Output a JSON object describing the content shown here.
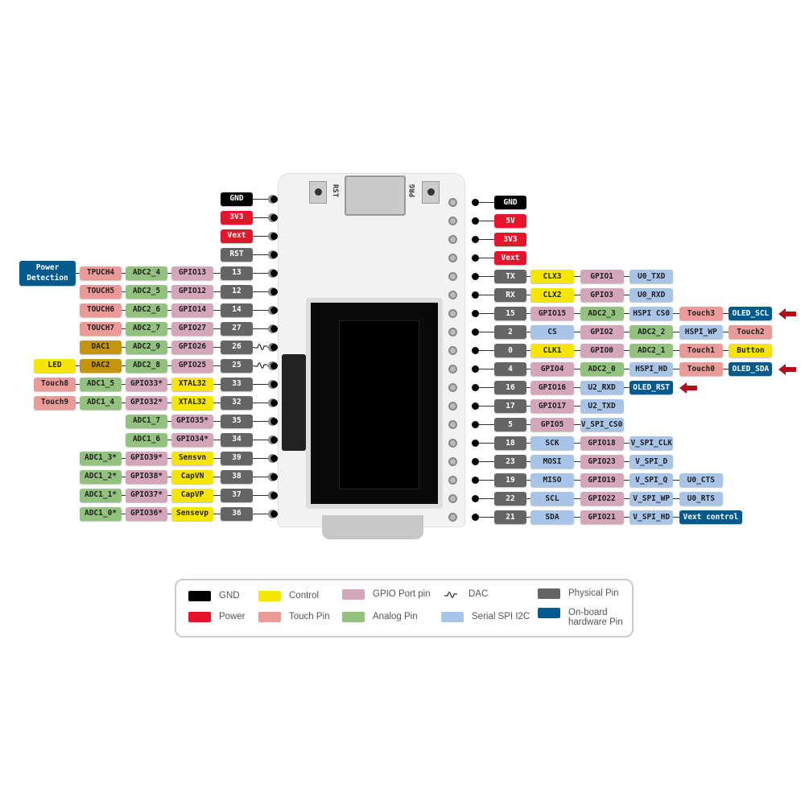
{
  "colors": {
    "gnd": "#000000",
    "power": "#e3162b",
    "phys": "#656565",
    "gpio": "#d4a6ba",
    "touch": "#ea9b97",
    "adc": "#92c27e",
    "control": "#f6e500",
    "dac": "#c4950a",
    "spi": "#a8c4e6",
    "hw": "#005a8c",
    "arrow": "#b0101c"
  },
  "board": {
    "rst_label": "RST",
    "prg_label": "PRG"
  },
  "left_rows": [
    {
      "cells": [
        {
          "t": "GND",
          "k": "gnd"
        }
      ]
    },
    {
      "cells": [
        {
          "t": "3V3",
          "k": "power"
        }
      ]
    },
    {
      "cells": [
        {
          "t": "Vext",
          "k": "power"
        }
      ]
    },
    {
      "cells": [
        {
          "t": "RST",
          "k": "phys"
        }
      ]
    },
    {
      "cells": [
        {
          "t": "Power Detection",
          "k": "hw"
        },
        {
          "t": "TPUCH4",
          "k": "touch"
        },
        {
          "t": "ADC2_4",
          "k": "adc"
        },
        {
          "t": "GPIO13",
          "k": "gpio"
        },
        {
          "t": "13",
          "k": "phys"
        }
      ]
    },
    {
      "cells": [
        {
          "t": "TOUCH5",
          "k": "touch"
        },
        {
          "t": "ADC2_5",
          "k": "adc"
        },
        {
          "t": "GPIO12",
          "k": "gpio"
        },
        {
          "t": "12",
          "k": "phys"
        }
      ]
    },
    {
      "cells": [
        {
          "t": "TOUCH6",
          "k": "touch"
        },
        {
          "t": "ADC2_6",
          "k": "adc"
        },
        {
          "t": "GPIO14",
          "k": "gpio"
        },
        {
          "t": "14",
          "k": "phys"
        }
      ]
    },
    {
      "cells": [
        {
          "t": "TOUCH7",
          "k": "touch"
        },
        {
          "t": "ADC2_7",
          "k": "adc"
        },
        {
          "t": "GPIO27",
          "k": "gpio"
        },
        {
          "t": "27",
          "k": "phys"
        }
      ]
    },
    {
      "dac": true,
      "cells": [
        {
          "t": "DAC1",
          "k": "dac"
        },
        {
          "t": "ADC2_9",
          "k": "adc"
        },
        {
          "t": "GPIO26",
          "k": "gpio"
        },
        {
          "t": "26",
          "k": "phys"
        }
      ]
    },
    {
      "dac": true,
      "cells": [
        {
          "t": "LED",
          "k": "control"
        },
        {
          "t": "DAC2",
          "k": "dac"
        },
        {
          "t": "ADC2_8",
          "k": "adc"
        },
        {
          "t": "GPIO25",
          "k": "gpio"
        },
        {
          "t": "25",
          "k": "phys"
        }
      ]
    },
    {
      "cells": [
        {
          "t": "Touch8",
          "k": "touch"
        },
        {
          "t": "ADC1_5",
          "k": "adc"
        },
        {
          "t": "GPIO33*",
          "k": "gpio"
        },
        {
          "t": "XTAL32",
          "k": "control"
        },
        {
          "t": "33",
          "k": "phys"
        }
      ]
    },
    {
      "cells": [
        {
          "t": "Touch9",
          "k": "touch"
        },
        {
          "t": "ADC1_4",
          "k": "adc"
        },
        {
          "t": "GPIO32*",
          "k": "gpio"
        },
        {
          "t": "XTAL32",
          "k": "control"
        },
        {
          "t": "32",
          "k": "phys"
        }
      ]
    },
    {
      "cells": [
        {
          "t": "ADC1_7",
          "k": "adc"
        },
        {
          "t": "GPIO35*",
          "k": "gpio"
        },
        {
          "t": "35",
          "k": "phys"
        }
      ]
    },
    {
      "cells": [
        {
          "t": "ADC1_6",
          "k": "adc"
        },
        {
          "t": "GPIO34*",
          "k": "gpio"
        },
        {
          "t": "34",
          "k": "phys"
        }
      ]
    },
    {
      "cells": [
        {
          "t": "ADC1_3*",
          "k": "adc"
        },
        {
          "t": "GPIO39*",
          "k": "gpio"
        },
        {
          "t": "Sensvn",
          "k": "control"
        },
        {
          "t": "39",
          "k": "phys"
        }
      ]
    },
    {
      "cells": [
        {
          "t": "ADC1_2*",
          "k": "adc"
        },
        {
          "t": "GPIO38*",
          "k": "gpio"
        },
        {
          "t": "CapVN",
          "k": "control"
        },
        {
          "t": "38",
          "k": "phys"
        }
      ]
    },
    {
      "cells": [
        {
          "t": "ADC1_1*",
          "k": "adc"
        },
        {
          "t": "GPIO37*",
          "k": "gpio"
        },
        {
          "t": "CapVP",
          "k": "control"
        },
        {
          "t": "37",
          "k": "phys"
        }
      ]
    },
    {
      "cells": [
        {
          "t": "ADC1_0*",
          "k": "adc"
        },
        {
          "t": "GPIO36*",
          "k": "gpio"
        },
        {
          "t": "Sensevp",
          "k": "control"
        },
        {
          "t": "36",
          "k": "phys"
        }
      ]
    }
  ],
  "right_rows": [
    {
      "cells": [
        {
          "t": "GND",
          "k": "gnd"
        }
      ]
    },
    {
      "cells": [
        {
          "t": "5V",
          "k": "power"
        }
      ]
    },
    {
      "cells": [
        {
          "t": "3V3",
          "k": "power"
        }
      ]
    },
    {
      "cells": [
        {
          "t": "Vext",
          "k": "power"
        }
      ]
    },
    {
      "cells": [
        {
          "t": "TX",
          "k": "phys"
        },
        {
          "t": "CLX3",
          "k": "control"
        },
        {
          "t": "GPIO1",
          "k": "gpio"
        },
        {
          "t": "U0_TXD",
          "k": "spi"
        }
      ]
    },
    {
      "cells": [
        {
          "t": "RX",
          "k": "phys"
        },
        {
          "t": "CLX2",
          "k": "control"
        },
        {
          "t": "GPIO3",
          "k": "gpio"
        },
        {
          "t": "U0_RXD",
          "k": "spi"
        }
      ]
    },
    {
      "arrow": true,
      "cells": [
        {
          "t": "15",
          "k": "phys"
        },
        {
          "t": "GPIO15",
          "k": "gpio"
        },
        {
          "t": "ADC2_3",
          "k": "adc"
        },
        {
          "t": "HSPI CS0",
          "k": "spi"
        },
        {
          "t": "Touch3",
          "k": "touch"
        },
        {
          "t": "OLED_SCL",
          "k": "hw"
        }
      ]
    },
    {
      "cells": [
        {
          "t": "2",
          "k": "phys"
        },
        {
          "t": "CS",
          "k": "spi"
        },
        {
          "t": "GPIO2",
          "k": "gpio"
        },
        {
          "t": "ADC2_2",
          "k": "adc"
        },
        {
          "t": "HSPI_WP",
          "k": "spi"
        },
        {
          "t": "Touch2",
          "k": "touch"
        }
      ]
    },
    {
      "cells": [
        {
          "t": "0",
          "k": "phys"
        },
        {
          "t": "CLK1",
          "k": "control"
        },
        {
          "t": "GPIO0",
          "k": "gpio"
        },
        {
          "t": "ADC2_1",
          "k": "adc"
        },
        {
          "t": "Touch1",
          "k": "touch"
        },
        {
          "t": "Button",
          "k": "control"
        }
      ]
    },
    {
      "arrow": true,
      "cells": [
        {
          "t": "4",
          "k": "phys"
        },
        {
          "t": "GPIO4",
          "k": "gpio"
        },
        {
          "t": "ADC2_0",
          "k": "adc"
        },
        {
          "t": "HSPI_HD",
          "k": "spi"
        },
        {
          "t": "Touch0",
          "k": "touch"
        },
        {
          "t": "OLED_SDA",
          "k": "hw"
        }
      ]
    },
    {
      "arrow": true,
      "cells": [
        {
          "t": "16",
          "k": "phys"
        },
        {
          "t": "GPIO16",
          "k": "gpio"
        },
        {
          "t": "U2_RXD",
          "k": "spi"
        },
        {
          "t": "OLED_RST",
          "k": "hw"
        }
      ]
    },
    {
      "cells": [
        {
          "t": "17",
          "k": "phys"
        },
        {
          "t": "GPIO17",
          "k": "gpio"
        },
        {
          "t": "U2_TXD",
          "k": "spi"
        }
      ]
    },
    {
      "cells": [
        {
          "t": "5",
          "k": "phys"
        },
        {
          "t": "GPIO5",
          "k": "gpio"
        },
        {
          "t": "V_SPI_CS0",
          "k": "spi"
        }
      ]
    },
    {
      "cells": [
        {
          "t": "18",
          "k": "phys"
        },
        {
          "t": "SCK",
          "k": "spi"
        },
        {
          "t": "GPIO18",
          "k": "gpio"
        },
        {
          "t": "V_SPI_CLK",
          "k": "spi"
        }
      ]
    },
    {
      "cells": [
        {
          "t": "23",
          "k": "phys"
        },
        {
          "t": "MOSI",
          "k": "spi"
        },
        {
          "t": "GPIO23",
          "k": "gpio"
        },
        {
          "t": "V_SPI_D",
          "k": "spi"
        }
      ]
    },
    {
      "cells": [
        {
          "t": "19",
          "k": "phys"
        },
        {
          "t": "MISO",
          "k": "spi"
        },
        {
          "t": "GPIO19",
          "k": "gpio"
        },
        {
          "t": "V_SPI_Q",
          "k": "spi"
        },
        {
          "t": "U0_CTS",
          "k": "spi"
        }
      ]
    },
    {
      "cells": [
        {
          "t": "22",
          "k": "phys"
        },
        {
          "t": "SCL",
          "k": "spi"
        },
        {
          "t": "GPIO22",
          "k": "gpio"
        },
        {
          "t": "V_SPI_WP",
          "k": "spi"
        },
        {
          "t": "U0_RTS",
          "k": "spi"
        }
      ]
    },
    {
      "cells": [
        {
          "t": "21",
          "k": "phys"
        },
        {
          "t": "SDA",
          "k": "spi"
        },
        {
          "t": "GPIO21",
          "k": "gpio"
        },
        {
          "t": "V_SPI_HD",
          "k": "spi"
        },
        {
          "t": "Vext control",
          "k": "hw"
        }
      ]
    }
  ],
  "legend": [
    {
      "label": "GND",
      "k": "gnd"
    },
    {
      "label": "Power",
      "k": "power"
    },
    {
      "label": "Control",
      "k": "control"
    },
    {
      "label": "Touch Pin",
      "k": "touch"
    },
    {
      "label": "GPIO Port pin",
      "k": "gpio"
    },
    {
      "label": "Analog Pin",
      "k": "adc"
    },
    {
      "label": "DAC",
      "k": "dac-wave"
    },
    {
      "label": "Serial SPI I2C",
      "k": "spi"
    },
    {
      "label": "Physical Pin",
      "k": "phys"
    },
    {
      "label": "On-board hardware Pin",
      "k": "hw"
    }
  ]
}
